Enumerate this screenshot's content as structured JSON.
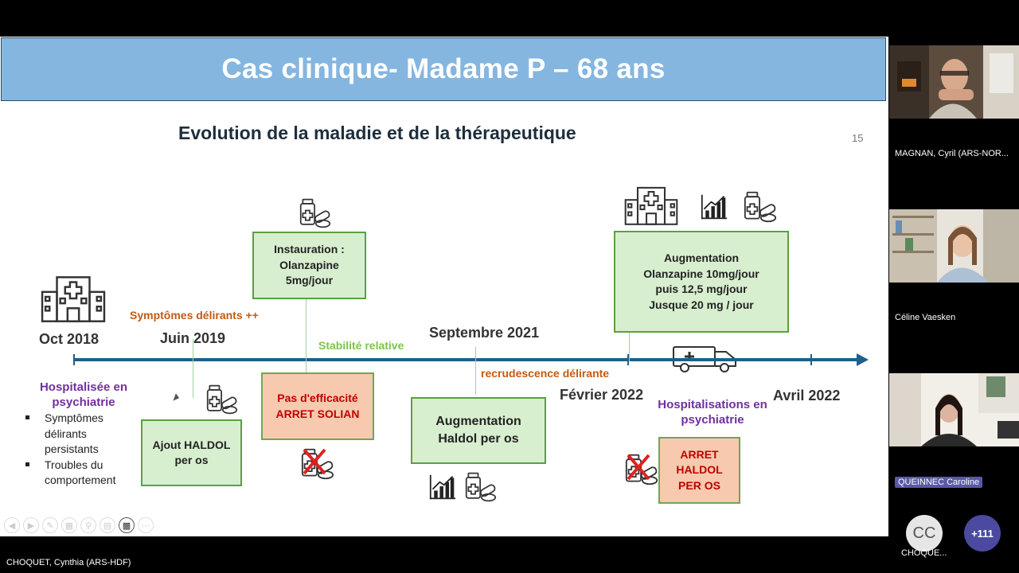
{
  "slide": {
    "title": "Cas clinique- Madame P – 68 ans",
    "subtitle": "Evolution de la maladie et de la thérapeutique",
    "page_number": "15",
    "dates": {
      "oct2018": "Oct 2018",
      "juin2019": "Juin 2019",
      "sept2021": "Septembre 2021",
      "fev2022": "Février 2022",
      "avril2022": "Avril 2022"
    },
    "labels": {
      "symptomes": "Symptômes délirants ++",
      "stabilite": "Stabilité relative",
      "recrudescence": "recrudescence délirante",
      "hospitalisee": "Hospitalisée en psychiatrie",
      "hospitalisations": "Hospitalisations en psychiatrie"
    },
    "bullets": [
      "Symptômes délirants persistants",
      "Troubles du comportement"
    ],
    "boxes": {
      "instauration": [
        "Instauration :",
        "Olanzapine",
        "5mg/jour"
      ],
      "augmentation_olanzapine": [
        "Augmentation",
        "Olanzapine 10mg/jour",
        "puis 12,5 mg/jour",
        "Jusque 20 mg / jour"
      ],
      "ajout_haldol": [
        "Ajout HALDOL",
        "per os"
      ],
      "pas_efficacite": [
        "Pas d'efficacité",
        "ARRET SOLIAN"
      ],
      "augmentation_haldol": [
        "Augmentation",
        "Haldol per os"
      ],
      "arret_haldol": [
        "ARRET",
        "HALDOL",
        "PER OS"
      ]
    }
  },
  "participants": [
    {
      "name": "MAGNAN, Cyril (ARS-NOR..."
    },
    {
      "name": "Céline Vaesken"
    },
    {
      "name": "QUEINNEC Caroline"
    }
  ],
  "cc_label": "CC",
  "cc_name": "CHOQUE...",
  "more_count": "+111",
  "presenter": "CHOQUET, Cynthia (ARS-HDF)",
  "colors": {
    "banner": "#85b6e0",
    "timeline": "#1f5f8b",
    "green_box": "#d8efcf",
    "orange_box": "#f7c9ae"
  }
}
